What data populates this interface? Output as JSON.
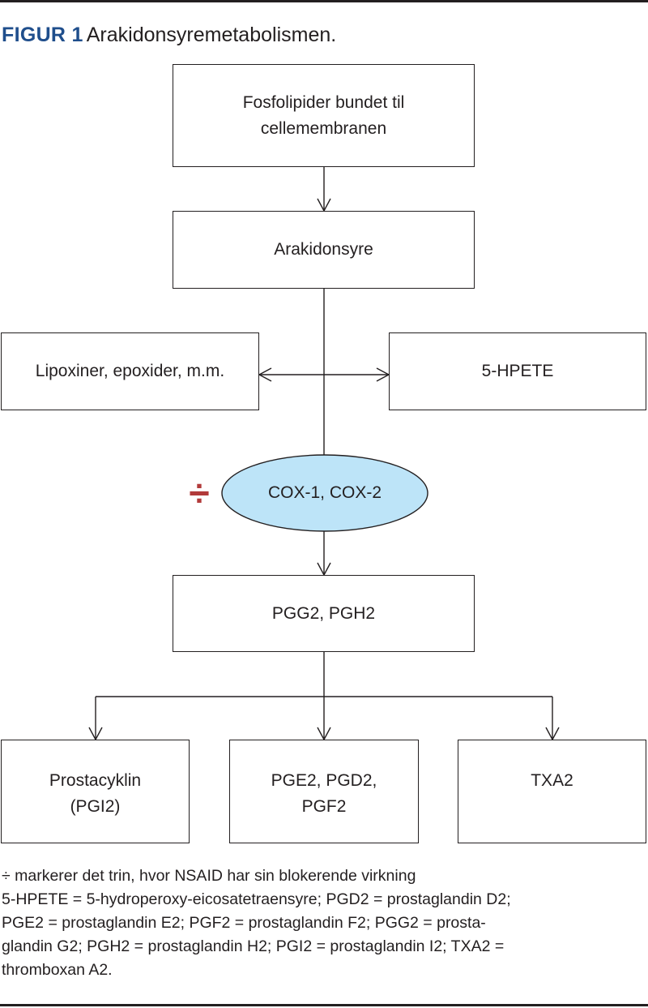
{
  "figure": {
    "label": "FIGUR 1",
    "title": "Arakidonsyremetabolismen."
  },
  "nodes": {
    "phospholipids": [
      "Fosfolipider bundet til",
      "cellemembranen"
    ],
    "arachidonic_acid": "Arakidonsyre",
    "lipoxins": "Lipoxiner, epoxider, m.m.",
    "hpete": "5-HPETE",
    "cox": "COX-1, COX-2",
    "pgg_pgh": "PGG2, PGH2",
    "prostacyclin": [
      "Prostacyklin",
      "(PGI2)"
    ],
    "pge_pgd_pgf": [
      "PGE2, PGD2,",
      "PGF2"
    ],
    "txa2": "TXA2"
  },
  "inhibition_symbol": "÷",
  "colors": {
    "title_blue": "#1f4e8c",
    "ellipse_fill": "#bde4f8",
    "inhibit_red": "#b23a3a",
    "line": "#231f20"
  },
  "footnote": [
    "÷ markerer det trin, hvor NSAID har sin blokerende virkning",
    "5-HPETE = 5-hydroperoxy-eicosatetraensyre; PGD2 = prostaglandin D2;",
    "PGE2 = prostaglandin E2; PGF2 = prostaglandin F2; PGG2 = prosta-",
    "glandin G2; PGH2 = prostaglandin H2; PGI2 = prostaglandin I2; TXA2 =",
    "thromboxan A2."
  ]
}
